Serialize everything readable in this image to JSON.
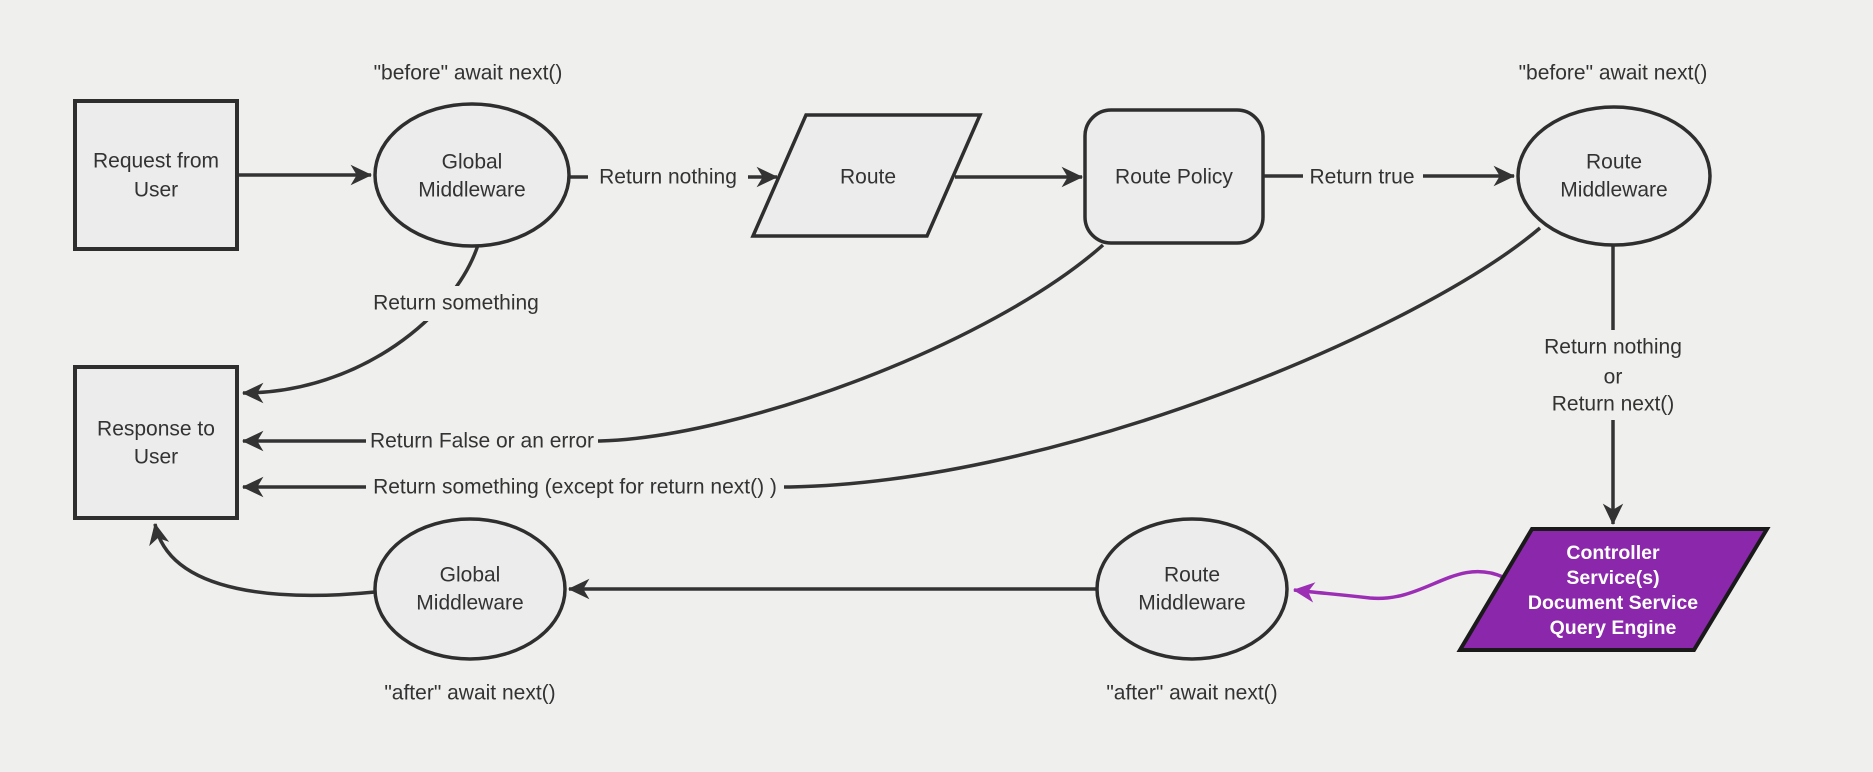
{
  "diagram": {
    "background_color": "#efefee",
    "line_color": "#333333",
    "node_fill": "#ececec",
    "node_stroke": "#2e2e2e",
    "highlight_fill": "#8a27ab",
    "highlight_arrow_color": "#9b2eb5",
    "nodes": {
      "request": {
        "line1": "Request from",
        "line2": "User"
      },
      "global_middleware_top": {
        "line1": "Global",
        "line2": "Middleware"
      },
      "route": {
        "label": "Route"
      },
      "route_policy": {
        "label": "Route Policy"
      },
      "route_middleware_top": {
        "line1": "Route",
        "line2": "Middleware"
      },
      "controller": {
        "line1": "Controller",
        "line2": "Service(s)",
        "line3": "Document Service",
        "line4": "Query Engine"
      },
      "route_middleware_bottom": {
        "line1": "Route",
        "line2": "Middleware"
      },
      "global_middleware_bottom": {
        "line1": "Global",
        "line2": "Middleware"
      },
      "response": {
        "line1": "Response to",
        "line2": "User"
      }
    },
    "annotations": {
      "before_left": "\"before\" await next()",
      "before_right": "\"before\" await next()",
      "after_left": "\"after\" await next()",
      "after_right": "\"after\" await next()"
    },
    "edge_labels": {
      "return_nothing": "Return nothing",
      "return_true": "Return true",
      "return_something": "Return something",
      "return_false_or_error": "Return False or an error",
      "return_something_except": "Return something (except for return next() )",
      "return_nothing_or": {
        "line1": "Return nothing",
        "line2": "or",
        "line3": "Return next()"
      }
    }
  }
}
